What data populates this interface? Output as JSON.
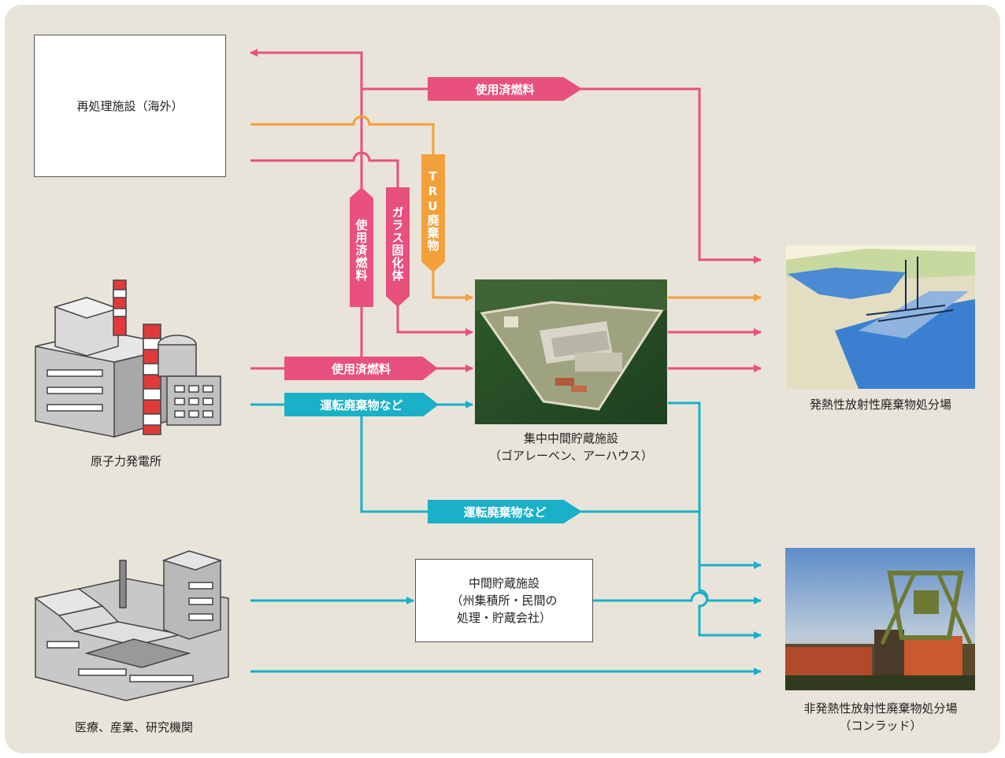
{
  "colors": {
    "pink": "#E8507E",
    "orange": "#F2A13A",
    "cyan": "#1AB0C8",
    "background": "#E9E4DA"
  },
  "nodes": {
    "reprocessing": "再処理施設（海外）",
    "npp": "原子力発電所",
    "institutions": "医療、産業、研究機関",
    "central_storage": [
      "集中中間貯蔵施設",
      "（ゴアレーベン、アーハウス）"
    ],
    "interim_storage": [
      "中間貯蔵施設",
      "（州集積所・民間の",
      "処理・貯蔵会社）"
    ],
    "heat_repository": "発熱性放射性廃棄物処分場",
    "nonheat_repository": [
      "非発熱性放射性廃棄物処分場",
      "（コンラッド）"
    ]
  },
  "tags": {
    "spent_fuel_top": "使用済燃料",
    "spent_fuel_vertical": "使用済燃料",
    "glass": "ガラス固化体",
    "tru": "TRU廃棄物",
    "spent_fuel_npp": "使用済燃料",
    "operational_npp": "運転廃棄物など",
    "operational_mid": "運転廃棄物など"
  }
}
